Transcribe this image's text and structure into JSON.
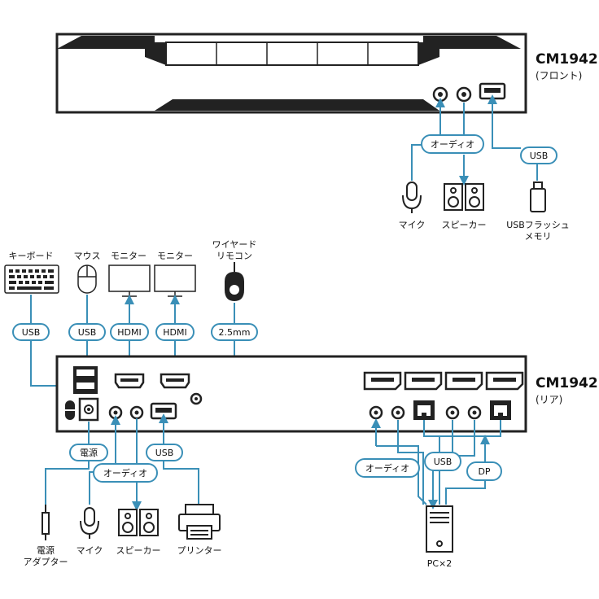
{
  "front": {
    "model": "CM1942",
    "sub": "(フロント)",
    "audio_pill": "オーディオ",
    "usb_pill": "USB",
    "mic": "マイク",
    "speaker": "スピーカー",
    "flash_line1": "USBフラッシュ",
    "flash_line2": "メモリ"
  },
  "rear": {
    "model": "CM1942",
    "sub": "(リア)",
    "keyboard": "キーボード",
    "mouse": "マウス",
    "monitor1": "モニター",
    "monitor2": "モニター",
    "remote_line1": "ワイヤード",
    "remote_line2": "リモコン",
    "pill_usb1": "USB",
    "pill_usb2": "USB",
    "pill_hdmi1": "HDMI",
    "pill_hdmi2": "HDMI",
    "pill_remote": "2.5mm",
    "pill_power": "電源",
    "pill_audio": "オーディオ",
    "pill_usb3": "USB",
    "pill_pc_audio": "オーディオ",
    "pill_pc_usb": "USB",
    "pill_pc_dp": "DP",
    "power_line1": "電源",
    "power_line2": "アダプター",
    "mic": "マイク",
    "speaker": "スピーカー",
    "printer": "プリンター",
    "pc": "PC×2"
  },
  "colors": {
    "line": "#3a8fb7",
    "device": "#222222",
    "pill_border": "#3a8fb7"
  }
}
